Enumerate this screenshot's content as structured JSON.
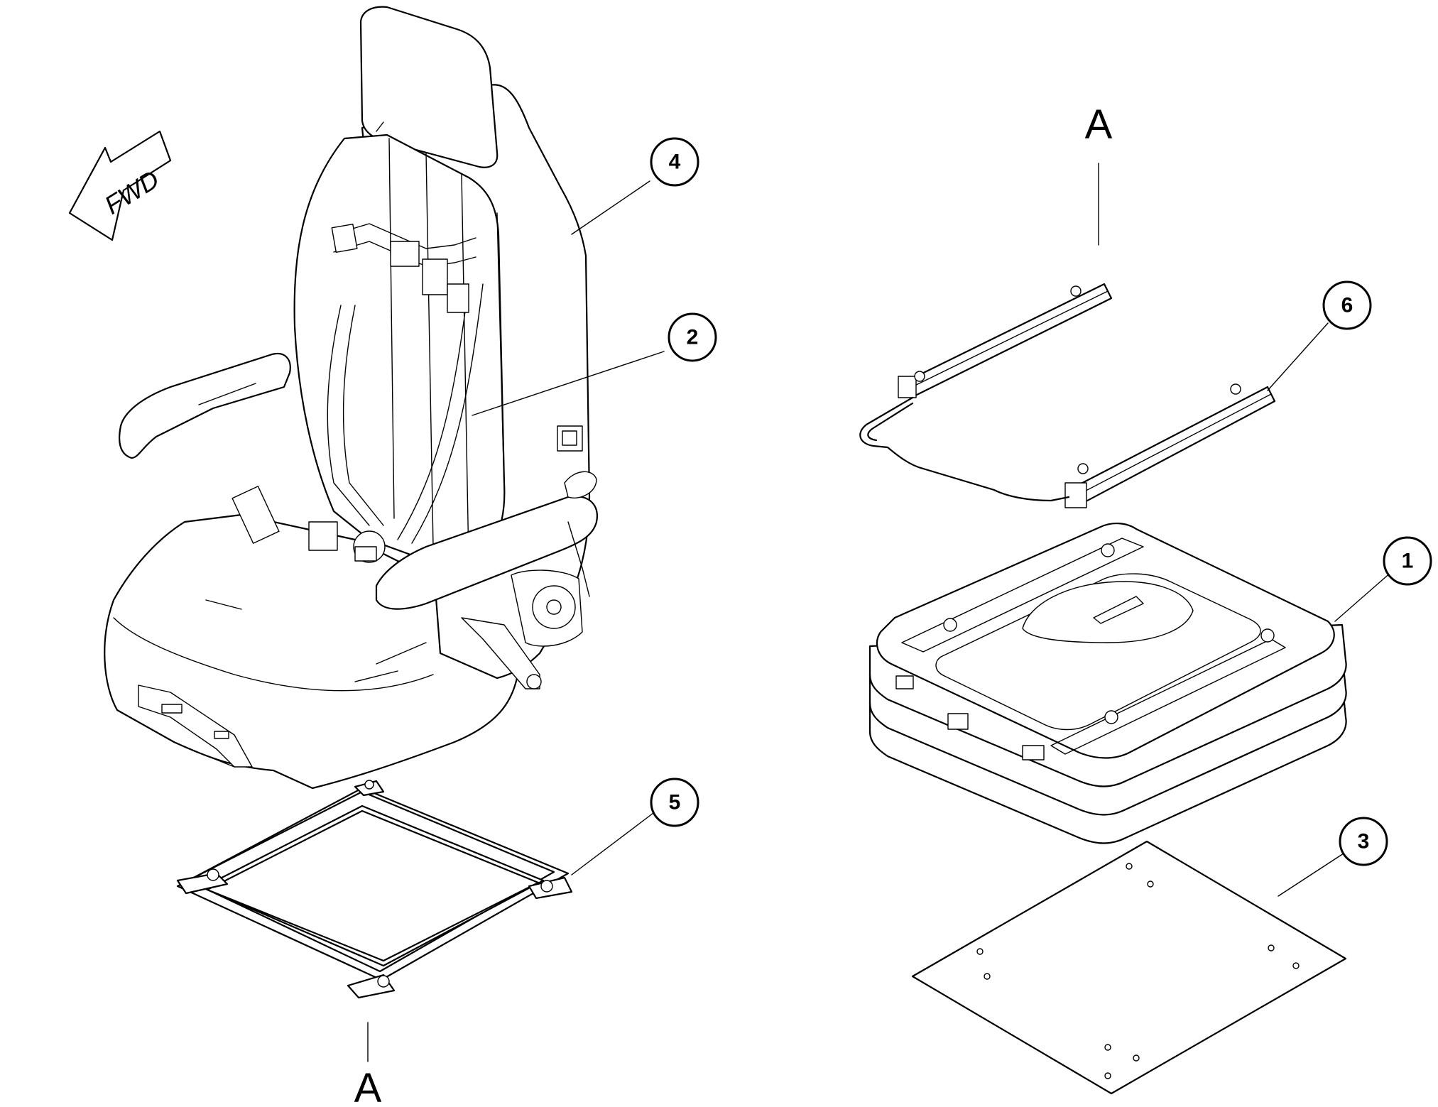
{
  "diagram": {
    "fwd_label": "FWD",
    "view_labels": {
      "top": "A",
      "bottom": "A"
    },
    "callouts": [
      {
        "id": "callout-1",
        "label": "1"
      },
      {
        "id": "callout-2",
        "label": "2"
      },
      {
        "id": "callout-3",
        "label": "3"
      },
      {
        "id": "callout-4",
        "label": "4"
      },
      {
        "id": "callout-5",
        "label": "5"
      },
      {
        "id": "callout-6",
        "label": "6"
      }
    ],
    "colors": {
      "line": "#000000",
      "background": "#ffffff"
    }
  }
}
